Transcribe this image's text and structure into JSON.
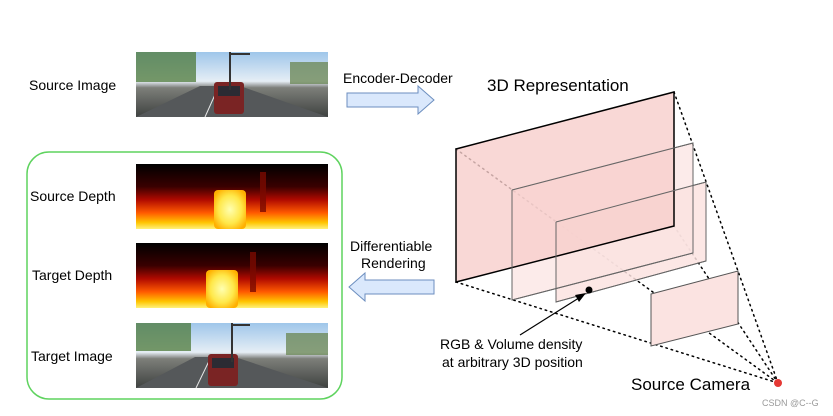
{
  "labels": {
    "source_image": "Source Image",
    "encoder_decoder": "Encoder-Decoder",
    "representation": "3D Representation",
    "source_depth": "Source Depth",
    "target_depth": "Target Depth",
    "target_image": "Target Image",
    "diff_rendering_1": "Differentiable",
    "diff_rendering_2": "Rendering",
    "rgb_line_1": "RGB & Volume density",
    "rgb_line_2": "at arbitrary 3D position",
    "source_camera": "Source Camera",
    "watermark": "CSDN @C--G"
  },
  "colors": {
    "group_border": "#5fd35f",
    "arrow_fill": "#dae8fc",
    "arrow_stroke": "#6c8ebf",
    "plane_front": "#f8cecc",
    "plane_other": "#fbe3e1",
    "camera_dot": "#e53935"
  }
}
